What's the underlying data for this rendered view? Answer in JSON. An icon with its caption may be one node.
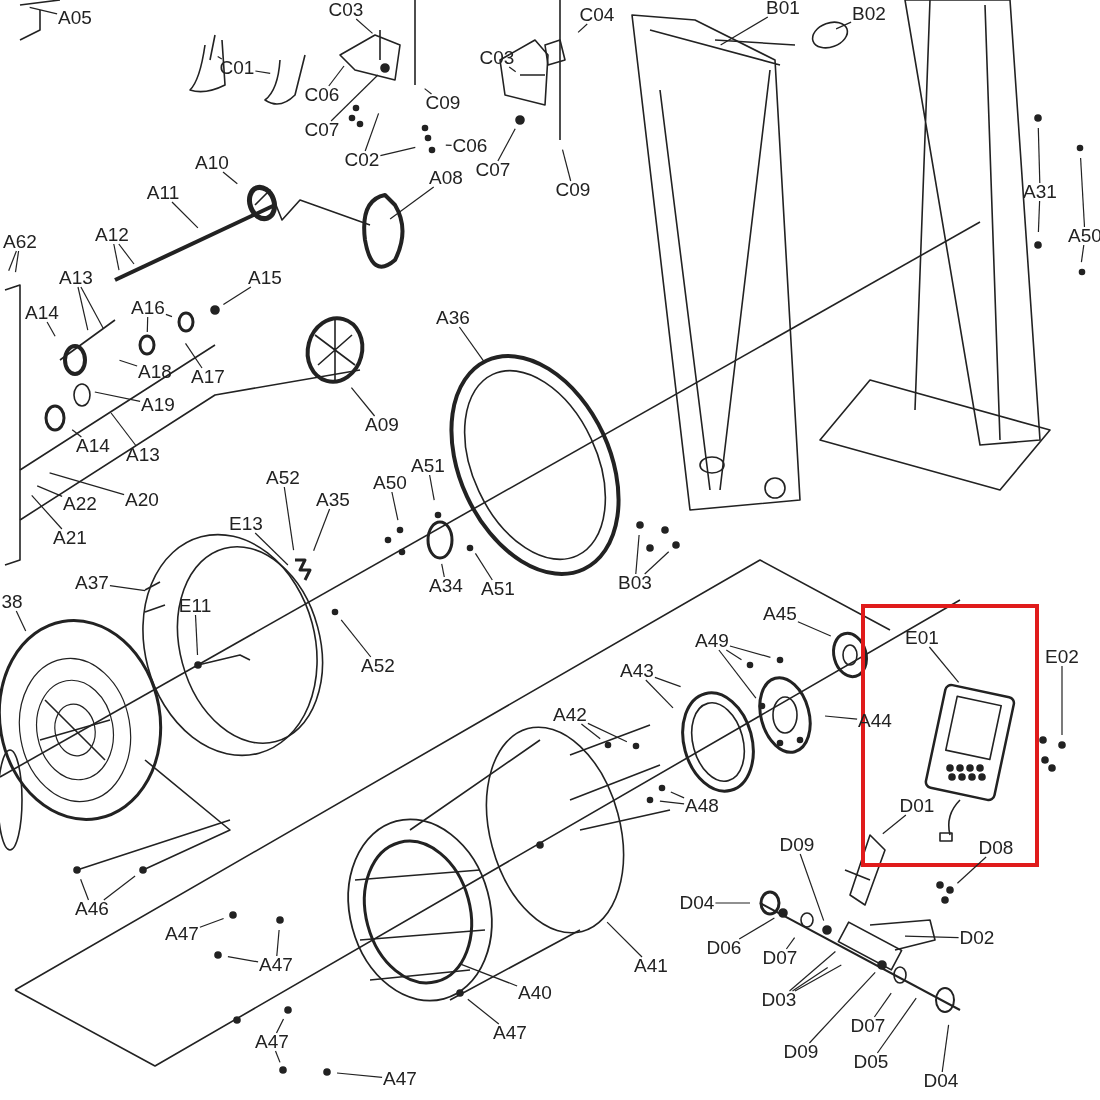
{
  "diagram": {
    "nodes": [
      {
        "text": [
          "A05"
        ]
      },
      {
        "text": [
          "C01"
        ]
      },
      {
        "text": [
          "C03"
        ]
      },
      {
        "text": [
          "C06"
        ]
      },
      {
        "text": [
          "C07"
        ]
      },
      {
        "text": [
          "C02"
        ]
      },
      {
        "text": [
          "C06"
        ]
      },
      {
        "text": [
          "C09"
        ]
      },
      {
        "text": [
          "C03"
        ]
      },
      {
        "text": [
          "C07"
        ]
      },
      {
        "text": [
          "C04"
        ]
      },
      {
        "text": [
          "C09"
        ]
      },
      {
        "text": [
          "A10"
        ]
      },
      {
        "text": [
          "A11"
        ]
      },
      {
        "text": [
          "A08"
        ]
      },
      {
        "text": [
          "A62"
        ]
      },
      {
        "text": [
          "A12"
        ]
      },
      {
        "text": [
          "A13"
        ]
      },
      {
        "text": [
          "A14"
        ]
      },
      {
        "text": [
          "A15"
        ]
      },
      {
        "text": [
          "A16"
        ]
      },
      {
        "text": [
          "A18"
        ]
      },
      {
        "text": [
          "A17"
        ]
      },
      {
        "text": [
          "A19"
        ]
      },
      {
        "text": [
          "A09"
        ]
      },
      {
        "text": [
          "A14"
        ]
      },
      {
        "text": [
          "A13"
        ]
      },
      {
        "text": [
          "A22"
        ]
      },
      {
        "text": [
          "A20"
        ]
      },
      {
        "text": [
          "A21"
        ]
      },
      {
        "text": [
          "A36"
        ]
      },
      {
        "text": [
          "A52"
        ]
      },
      {
        "text": [
          "A35"
        ]
      },
      {
        "text": [
          "A50"
        ]
      },
      {
        "text": [
          "A51"
        ]
      },
      {
        "text": [
          "E13"
        ]
      },
      {
        "text": [
          "A34"
        ]
      },
      {
        "text": [
          "A51"
        ]
      },
      {
        "text": [
          "B01"
        ]
      },
      {
        "text": [
          "B02"
        ]
      },
      {
        "text": [
          "A31"
        ]
      },
      {
        "text": [
          "A50"
        ]
      },
      {
        "text": [
          "B03"
        ]
      },
      {
        "text": [
          "A37"
        ]
      },
      {
        "text": [
          "38"
        ]
      },
      {
        "text": [
          "E11"
        ]
      },
      {
        "text": [
          "A52"
        ]
      },
      {
        "text": [
          "A45"
        ]
      },
      {
        "text": [
          "E01"
        ]
      },
      {
        "text": [
          "E02"
        ]
      },
      {
        "text": [
          "A49"
        ]
      },
      {
        "text": [
          "A43"
        ]
      },
      {
        "text": [
          "A44"
        ]
      },
      {
        "text": [
          "A42"
        ]
      },
      {
        "text": [
          "A48"
        ]
      },
      {
        "text": [
          "D01"
        ]
      },
      {
        "text": [
          "D09"
        ]
      },
      {
        "text": [
          "D08"
        ]
      },
      {
        "text": [
          "D04"
        ]
      },
      {
        "text": [
          "D06"
        ]
      },
      {
        "text": [
          "D07"
        ]
      },
      {
        "text": [
          "D02"
        ]
      },
      {
        "text": [
          "D03"
        ]
      },
      {
        "text": [
          "D09"
        ]
      },
      {
        "text": [
          "D07"
        ]
      },
      {
        "text": [
          "D05"
        ]
      },
      {
        "text": [
          "D04"
        ]
      },
      {
        "text": [
          "A41"
        ]
      },
      {
        "text": [
          "A40"
        ]
      },
      {
        "text": [
          "A46"
        ]
      },
      {
        "text": [
          "A47"
        ]
      },
      {
        "text": [
          "A47"
        ]
      },
      {
        "text": [
          "A47"
        ]
      },
      {
        "text": [
          "A47"
        ]
      },
      {
        "text": [
          "A47"
        ]
      }
    ],
    "edges": [
      {
        "from": 0,
        "to": null,
        "arrow": "none"
      },
      {
        "from": 1,
        "to": null,
        "arrow": "none"
      },
      {
        "from": 1,
        "to": null,
        "arrow": "none"
      },
      {
        "from": 2,
        "to": null,
        "arrow": "none"
      },
      {
        "from": 3,
        "to": null,
        "arrow": "none"
      },
      {
        "from": 4,
        "to": null,
        "arrow": "none"
      },
      {
        "from": 5,
        "to": null,
        "arrow": "none"
      },
      {
        "from": 5,
        "to": null,
        "arrow": "none"
      },
      {
        "from": 6,
        "to": null,
        "arrow": "none"
      },
      {
        "from": 7,
        "to": null,
        "arrow": "none"
      },
      {
        "from": 8,
        "to": null,
        "arrow": "none"
      },
      {
        "from": 9,
        "to": null,
        "arrow": "none"
      },
      {
        "from": 10,
        "to": null,
        "arrow": "none"
      },
      {
        "from": 11,
        "to": null,
        "arrow": "none"
      },
      {
        "from": 12,
        "to": null,
        "arrow": "none"
      },
      {
        "from": 13,
        "to": null,
        "arrow": "none"
      },
      {
        "from": 14,
        "to": null,
        "arrow": "none"
      },
      {
        "from": 15,
        "to": null,
        "arrow": "none"
      },
      {
        "from": 15,
        "to": null,
        "arrow": "none"
      },
      {
        "from": 16,
        "to": null,
        "arrow": "none"
      },
      {
        "from": 16,
        "to": null,
        "arrow": "none"
      },
      {
        "from": 17,
        "to": null,
        "arrow": "none"
      },
      {
        "from": 17,
        "to": null,
        "arrow": "none"
      },
      {
        "from": 18,
        "to": null,
        "arrow": "none"
      },
      {
        "from": 19,
        "to": null,
        "arrow": "none"
      },
      {
        "from": 20,
        "to": null,
        "arrow": "none"
      },
      {
        "from": 20,
        "to": null,
        "arrow": "none"
      },
      {
        "from": 21,
        "to": null,
        "arrow": "none"
      },
      {
        "from": 22,
        "to": null,
        "arrow": "none"
      },
      {
        "from": 23,
        "to": null,
        "arrow": "none"
      },
      {
        "from": 24,
        "to": null,
        "arrow": "none"
      },
      {
        "from": 25,
        "to": null,
        "arrow": "none"
      },
      {
        "from": 26,
        "to": null,
        "arrow": "none"
      },
      {
        "from": 27,
        "to": null,
        "arrow": "none"
      },
      {
        "from": 28,
        "to": null,
        "arrow": "none"
      },
      {
        "from": 29,
        "to": null,
        "arrow": "none"
      },
      {
        "from": 30,
        "to": null,
        "arrow": "none"
      },
      {
        "from": 31,
        "to": null,
        "arrow": "none"
      },
      {
        "from": 32,
        "to": null,
        "arrow": "none"
      },
      {
        "from": 33,
        "to": null,
        "arrow": "none"
      },
      {
        "from": 34,
        "to": null,
        "arrow": "none"
      },
      {
        "from": 35,
        "to": null,
        "arrow": "none"
      },
      {
        "from": 36,
        "to": null,
        "arrow": "none"
      },
      {
        "from": 37,
        "to": null,
        "arrow": "none"
      },
      {
        "from": 38,
        "to": null,
        "arrow": "none"
      },
      {
        "from": 39,
        "to": null,
        "arrow": "none"
      },
      {
        "from": 40,
        "to": null,
        "arrow": "none"
      },
      {
        "from": 40,
        "to": null,
        "arrow": "none"
      },
      {
        "from": 41,
        "to": null,
        "arrow": "none"
      },
      {
        "from": 41,
        "to": null,
        "arrow": "none"
      },
      {
        "from": 42,
        "to": null,
        "arrow": "none"
      },
      {
        "from": 42,
        "to": null,
        "arrow": "none"
      },
      {
        "from": 43,
        "to": null,
        "arrow": "none"
      },
      {
        "from": 44,
        "to": null,
        "arrow": "none"
      },
      {
        "from": 45,
        "to": null,
        "arrow": "none"
      },
      {
        "from": 46,
        "to": null,
        "arrow": "none"
      },
      {
        "from": 47,
        "to": null,
        "arrow": "none"
      },
      {
        "from": 48,
        "to": null,
        "arrow": "none"
      },
      {
        "from": 49,
        "to": null,
        "arrow": "none"
      },
      {
        "from": 50,
        "to": null,
        "arrow": "none"
      },
      {
        "from": 50,
        "to": null,
        "arrow": "none"
      },
      {
        "from": 50,
        "to": null,
        "arrow": "none"
      },
      {
        "from": 51,
        "to": null,
        "arrow": "none"
      },
      {
        "from": 51,
        "to": null,
        "arrow": "none"
      },
      {
        "from": 52,
        "to": null,
        "arrow": "none"
      },
      {
        "from": 53,
        "to": null,
        "arrow": "none"
      },
      {
        "from": 53,
        "to": null,
        "arrow": "none"
      },
      {
        "from": 54,
        "to": null,
        "arrow": "none"
      },
      {
        "from": 54,
        "to": null,
        "arrow": "none"
      },
      {
        "from": 55,
        "to": null,
        "arrow": "none"
      },
      {
        "from": 56,
        "to": null,
        "arrow": "none"
      },
      {
        "from": 57,
        "to": null,
        "arrow": "none"
      },
      {
        "from": 58,
        "to": null,
        "arrow": "none"
      },
      {
        "from": 59,
        "to": null,
        "arrow": "none"
      },
      {
        "from": 60,
        "to": null,
        "arrow": "none"
      },
      {
        "from": 61,
        "to": null,
        "arrow": "none"
      },
      {
        "from": 62,
        "to": null,
        "arrow": "none"
      },
      {
        "from": 62,
        "to": null,
        "arrow": "none"
      },
      {
        "from": 62,
        "to": null,
        "arrow": "none"
      },
      {
        "from": 63,
        "to": null,
        "arrow": "none"
      },
      {
        "from": 64,
        "to": null,
        "arrow": "none"
      },
      {
        "from": 65,
        "to": null,
        "arrow": "none"
      },
      {
        "from": 66,
        "to": null,
        "arrow": "none"
      },
      {
        "from": 67,
        "to": null,
        "arrow": "none"
      },
      {
        "from": 68,
        "to": null,
        "arrow": "none"
      },
      {
        "from": 69,
        "to": null,
        "arrow": "none"
      },
      {
        "from": 69,
        "to": null,
        "arrow": "none"
      },
      {
        "from": 70,
        "to": null,
        "arrow": "none"
      },
      {
        "from": 71,
        "to": null,
        "arrow": "none"
      },
      {
        "from": 71,
        "to": null,
        "arrow": "none"
      },
      {
        "from": 72,
        "to": null,
        "arrow": "none"
      },
      {
        "from": 72,
        "to": null,
        "arrow": "none"
      },
      {
        "from": 73,
        "to": null,
        "arrow": "none"
      },
      {
        "from": 74,
        "to": null,
        "arrow": "none"
      }
    ]
  }
}
